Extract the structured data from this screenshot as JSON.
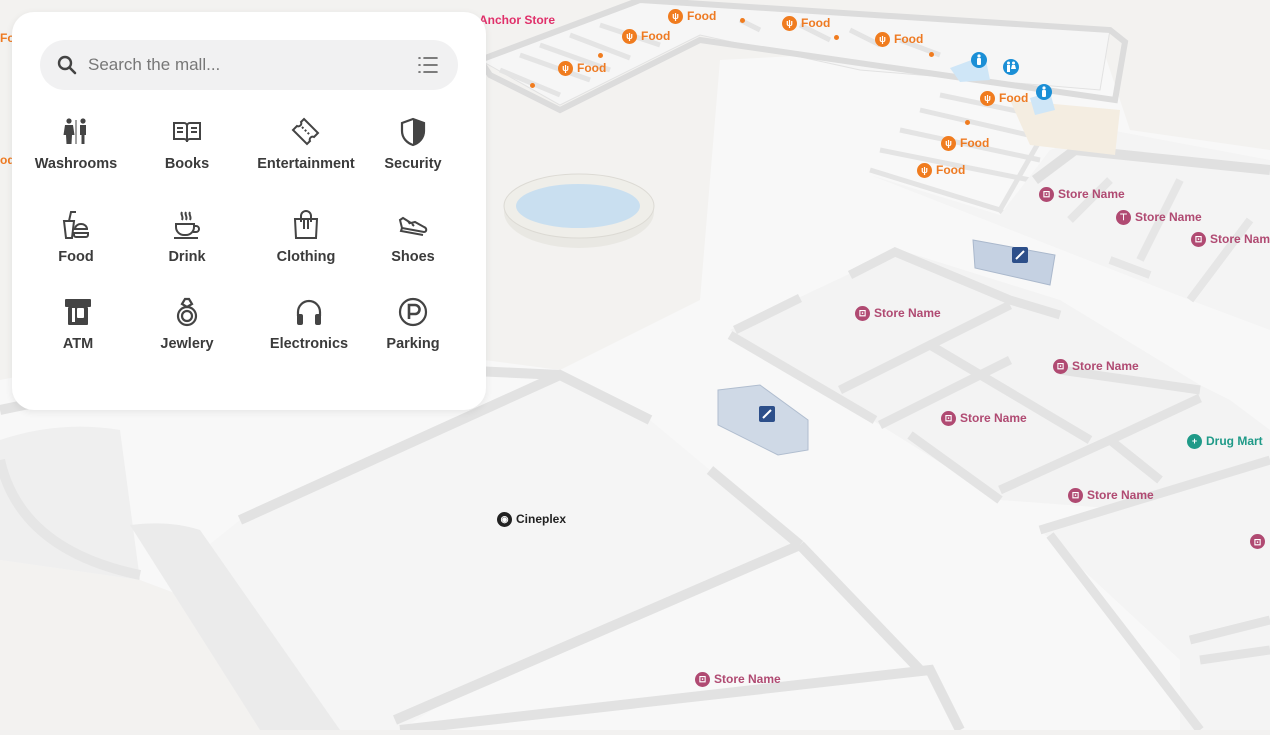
{
  "search": {
    "placeholder": "Search the mall..."
  },
  "categories": [
    {
      "label": "Washrooms",
      "icon": "washrooms-icon"
    },
    {
      "label": "Books",
      "icon": "books-icon"
    },
    {
      "label": "Entertainment",
      "icon": "entertainment-icon"
    },
    {
      "label": "Security",
      "icon": "security-icon"
    },
    {
      "label": "Food",
      "icon": "food-icon"
    },
    {
      "label": "Drink",
      "icon": "drink-icon"
    },
    {
      "label": "Clothing",
      "icon": "clothing-icon"
    },
    {
      "label": "Shoes",
      "icon": "shoes-icon"
    },
    {
      "label": "ATM",
      "icon": "atm-icon"
    },
    {
      "label": "Jewlery",
      "icon": "jewlery-icon"
    },
    {
      "label": "Electronics",
      "icon": "electronics-icon"
    },
    {
      "label": "Parking",
      "icon": "parking-icon"
    }
  ],
  "map": {
    "anchor_store": "Anchor Store",
    "food_label": "Food",
    "store_label": "Store Name",
    "store_label_truncated": "Store Nam",
    "drug_mart": "Drug Mart",
    "cineplex": "Cineplex",
    "food_label_truncated": "Fo",
    "food_label_edge": "od"
  },
  "colors": {
    "food": "#f07c1f",
    "store": "#b04a72",
    "anchor": "#e0306a",
    "drug": "#1f9a88",
    "washroom": "#1b8fd6",
    "stairs": "#2d4f8a"
  }
}
